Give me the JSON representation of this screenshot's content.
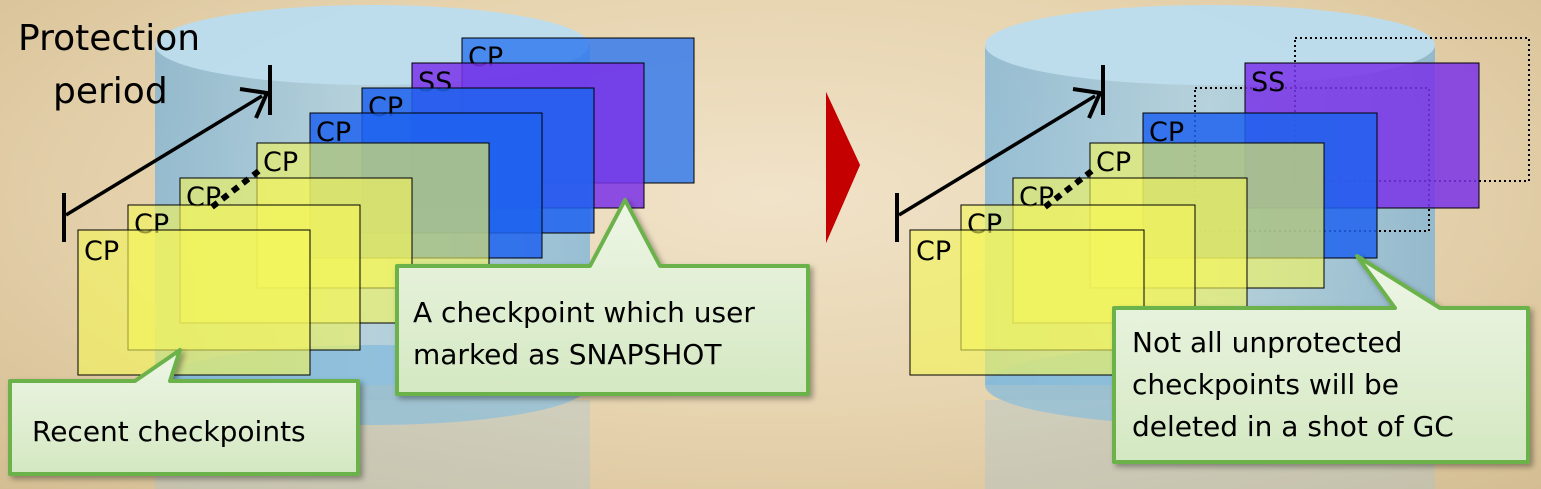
{
  "left": {
    "protection_period_label": [
      "Protection",
      "period"
    ],
    "cards": [
      "CP",
      "CP",
      "CP",
      "CP",
      "CP",
      "CP",
      "SS",
      "CP"
    ],
    "callout_snapshot": [
      "A checkpoint which user",
      "marked as SNAPSHOT"
    ],
    "callout_recent": "Recent checkpoints"
  },
  "right": {
    "cards": [
      "CP",
      "CP",
      "CP",
      "CP",
      "CP",
      "SS"
    ],
    "callout_gc": [
      "Not all unprotected",
      "checkpoints will be",
      "deleted in a shot of GC"
    ]
  },
  "colors": {
    "yellow_card": "#f4f55a",
    "blue_card": "#1f63ee",
    "purple_card": "#7a33e8",
    "arrow_red": "#cc0000",
    "cylinder": "#8cc3e6",
    "callout_fill": "#dcecd0",
    "callout_border": "#6cb24c"
  }
}
